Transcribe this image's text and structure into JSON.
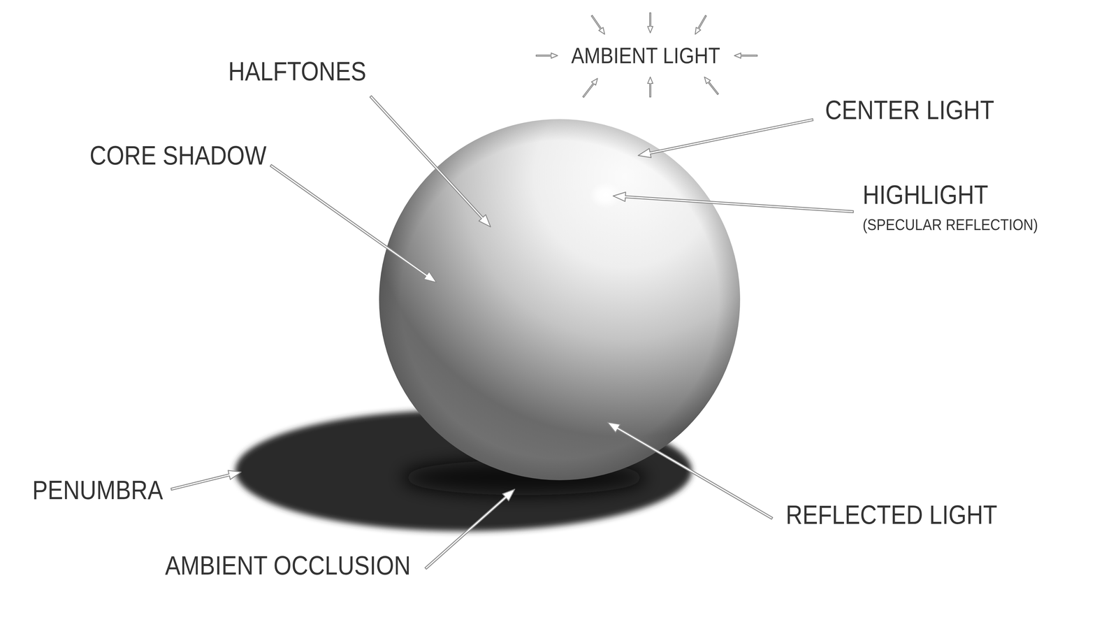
{
  "diagram": {
    "labels": [
      "AMBIENT LIGHT",
      "HALFTONES",
      "CENTER LIGHT",
      "CORE SHADOW",
      "HIGHLIGHT",
      "(SPECULAR REFLECTION)",
      "PENUMBRA",
      "REFLECTED LIGHT",
      "AMBIENT OCCLUSION"
    ]
  }
}
